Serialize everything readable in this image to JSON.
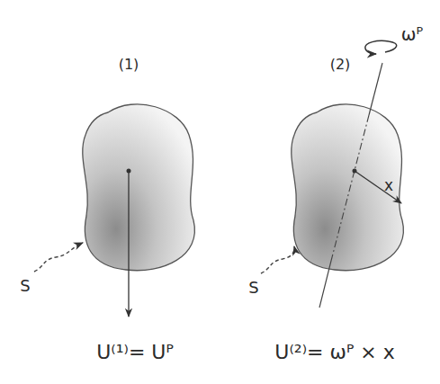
{
  "diagram": {
    "labels": [
      "(1)",
      "(2)",
      "ωᴾ",
      "x",
      "S",
      "S",
      "U⁽¹⁾= Uᴾ",
      "U⁽²⁾= ωᴾ × x"
    ]
  }
}
